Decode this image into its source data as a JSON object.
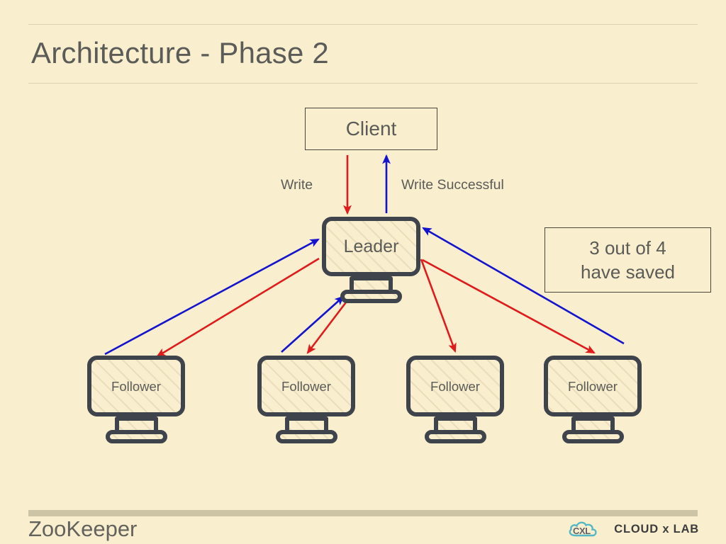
{
  "slide": {
    "title": "Architecture - Phase 2",
    "footer_title": "ZooKeeper",
    "brand_text": "CLOUD x LAB",
    "brand_logo_mark": "cxl-cloud-logo-icon",
    "background_color": "#f9eece",
    "rule_color": "#ded3b0",
    "footer_bar_color": "#cdc4a6",
    "text_color": "#5b5b57",
    "logo_color": "#54b8c4"
  },
  "diagram": {
    "client": {
      "label": "Client"
    },
    "callout": {
      "line1": "3 out of 4",
      "line2": "have saved"
    },
    "edge_labels": {
      "write": "Write",
      "write_successful": "Write Successful"
    },
    "leader": {
      "label": "Leader"
    },
    "followers": [
      {
        "label": "Follower"
      },
      {
        "label": "Follower"
      },
      {
        "label": "Follower"
      },
      {
        "label": "Follower"
      }
    ],
    "arrow_colors": {
      "request": "#e01b1b",
      "acknowledge": "#1414cf"
    },
    "node_style": {
      "border_color": "#3f434b",
      "fill_color": "#f9eece",
      "hatch_color": "#e8dcba"
    },
    "flows": [
      {
        "from": "client",
        "to": "leader",
        "color": "request",
        "label": "Write"
      },
      {
        "from": "leader",
        "to": "client",
        "color": "acknowledge",
        "label": "Write Successful"
      },
      {
        "from": "leader",
        "to": "follower-1",
        "color": "request",
        "label": ""
      },
      {
        "from": "leader",
        "to": "follower-2",
        "color": "request",
        "label": ""
      },
      {
        "from": "leader",
        "to": "follower-3",
        "color": "request",
        "label": ""
      },
      {
        "from": "leader",
        "to": "follower-4",
        "color": "request",
        "label": ""
      },
      {
        "from": "follower-1",
        "to": "leader",
        "color": "acknowledge",
        "label": ""
      },
      {
        "from": "follower-2",
        "to": "leader",
        "color": "acknowledge",
        "label": ""
      },
      {
        "from": "follower-4",
        "to": "leader",
        "color": "acknowledge",
        "label": ""
      }
    ]
  }
}
